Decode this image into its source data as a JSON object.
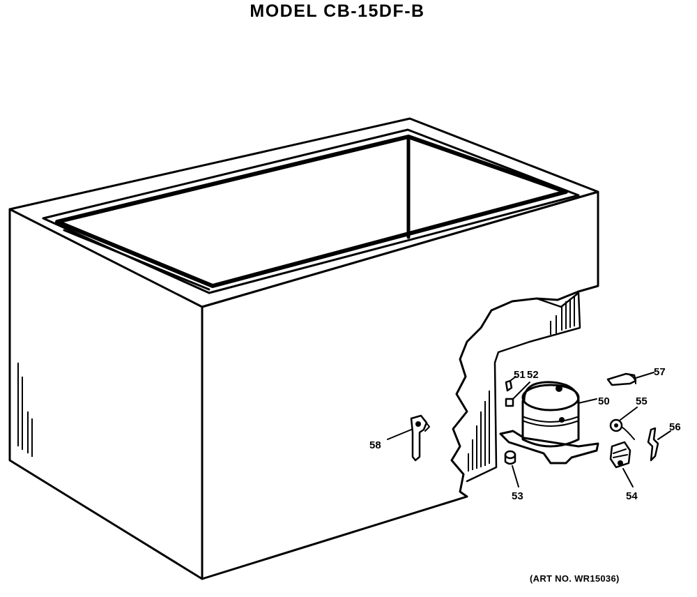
{
  "title": "MODEL CB-15DF-B",
  "art_number": "(ART NO. WR15036)",
  "parts": {
    "p50": "50",
    "p51": "51",
    "p52": "52",
    "p53": "53",
    "p54": "54",
    "p55": "55",
    "p56": "56",
    "p57": "57",
    "p58": "58"
  }
}
